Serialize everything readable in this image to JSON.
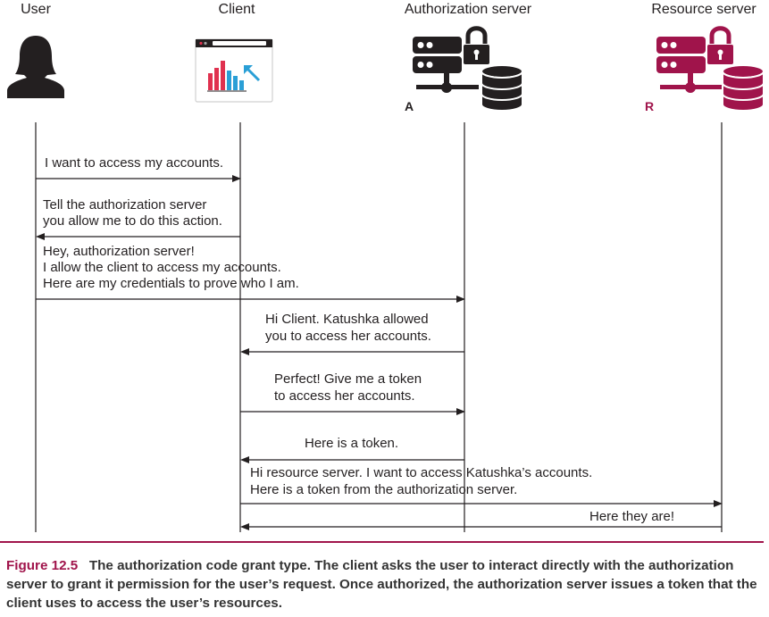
{
  "actors": {
    "user": "User",
    "client": "Client",
    "auth_server": "Authorization server",
    "resource_server": "Resource server",
    "auth_badge": "A",
    "resource_badge": "R"
  },
  "messages": [
    {
      "lines": [
        "I want to access my accounts."
      ]
    },
    {
      "lines": [
        "Tell the authorization server",
        "you allow me to do this action."
      ]
    },
    {
      "lines": [
        "Hey, authorization server!",
        "I allow the client to access my accounts.",
        "Here are my credentials to prove who I am."
      ]
    },
    {
      "lines": [
        "Hi Client. Katushka allowed",
        "you to access her accounts."
      ]
    },
    {
      "lines": [
        "Perfect! Give me a token",
        "to access her accounts."
      ]
    },
    {
      "lines": [
        "Here is a token."
      ]
    },
    {
      "lines": [
        "Hi resource server. I want to access Katushka’s accounts.",
        "Here is a token from the authorization server."
      ]
    },
    {
      "lines": [
        "Here they are!"
      ]
    }
  ],
  "caption": {
    "figure": "Figure 12.5",
    "text": "The authorization code grant type. The client asks the user to interact directly with the authorization server to grant it permission for the user’s request. Once authorized, the authorization server issues a token that the client uses to access the user’s resources."
  },
  "colors": {
    "ink": "#231f20",
    "resource": "#a0144b",
    "chart_red": "#e0314f",
    "chart_blue": "#2a9fd6"
  },
  "icons": {
    "user": "user-silhouette-icon",
    "client": "browser-window-chart-icon",
    "auth_server": "server-lock-database-icon",
    "resource_server": "server-lock-database-icon"
  }
}
